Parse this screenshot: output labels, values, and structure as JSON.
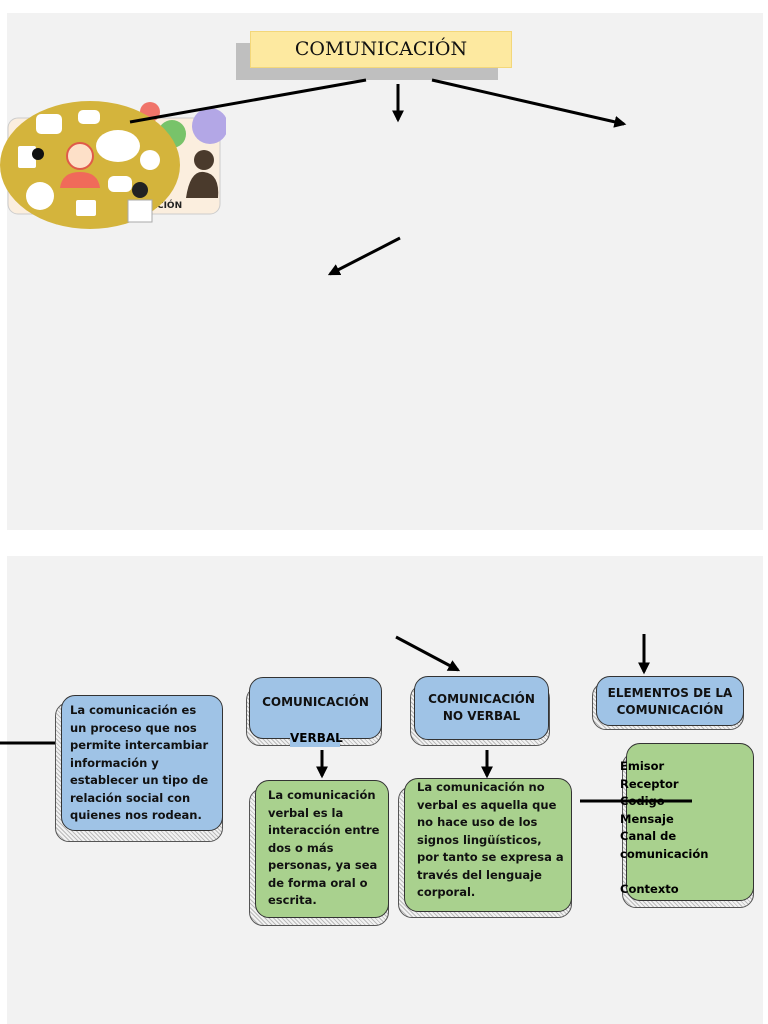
{
  "title": "COMUNICACIÓN",
  "illustration": {
    "caption": "ACIÓN"
  },
  "cards": {
    "definition": "La comunicación es un proceso que nos permite intercambiar información y establecer un tipo de relación social con quienes nos rodean.",
    "verbal_title_line1": "COMUNICACIÓN",
    "verbal_title_line2": "VERBAL",
    "verbal_body": "La comunicación verbal es la interacción entre dos o más personas, ya sea de forma oral o escrita.",
    "nonverbal_title": "COMUNICACIÓN NO VERBAL",
    "nonverbal_body": "La comunicación no verbal es aquella que no hace uso de los signos lingüísticos, por tanto se expresa a través del lenguaje corporal.",
    "elements_title": "ELEMENTOS DE LA COMUNICACIÓN",
    "elements_list": [
      "Emisor",
      "Receptor",
      "Codigo",
      "Mensaje",
      "Canal de",
      "comunicación",
      "",
      "Contexto"
    ]
  },
  "colors": {
    "title_fill": "#fde9a0",
    "card_blue": "#9fc3e6",
    "card_green": "#a9d18e",
    "background": "#f2f2f2",
    "illustration_circle": "#d4b43c"
  }
}
